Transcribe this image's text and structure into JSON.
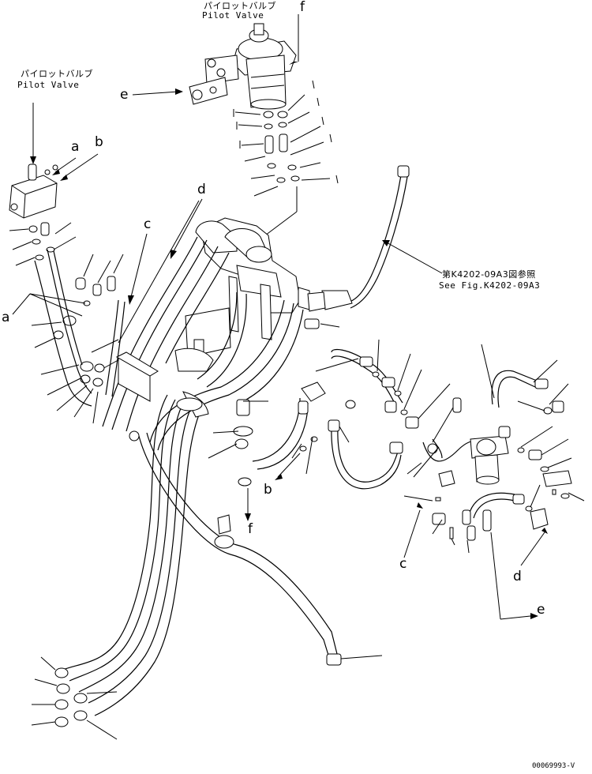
{
  "labels": {
    "pilot_valve_top_jp": "パイロットバルブ",
    "pilot_valve_top_en": "Pilot Valve",
    "pilot_valve_left_jp": "パイロットバルブ",
    "pilot_valve_left_en": "Pilot Valve",
    "ref_jp": "第K4202-09A3図参照",
    "ref_en": "See Fig.K4202-09A3",
    "drawing_code": "00069993-V"
  },
  "callouts": {
    "f_top": "f",
    "e_top": "e",
    "a_top": "a",
    "b_top": "b",
    "a_left": "a",
    "c_top": "c",
    "d_top": "d",
    "b_mid": "b",
    "f_mid": "f",
    "c_bottom": "c",
    "d_bottom": "d",
    "e_bottom": "e"
  },
  "colors": {
    "line": "#000000",
    "background": "#ffffff"
  }
}
